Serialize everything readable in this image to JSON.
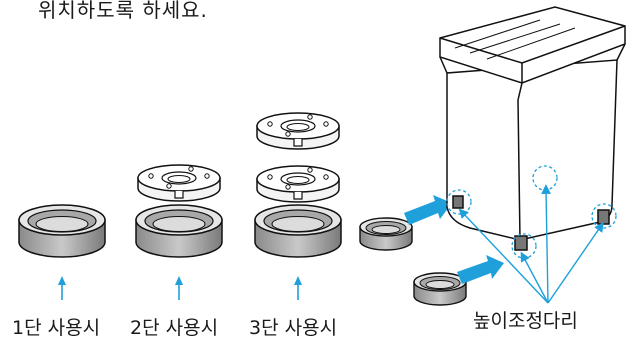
{
  "top_text": "위치하도록 하세요.",
  "captions": {
    "one_tier": "1단 사용시",
    "two_tier": "2단 사용시",
    "three_tier": "3단 사용시",
    "leveling_legs": "높이조정다리"
  },
  "colors": {
    "arrow_blue": "#1fa0da",
    "outline": "#111111",
    "ring_gray": "#9a9a9a"
  }
}
